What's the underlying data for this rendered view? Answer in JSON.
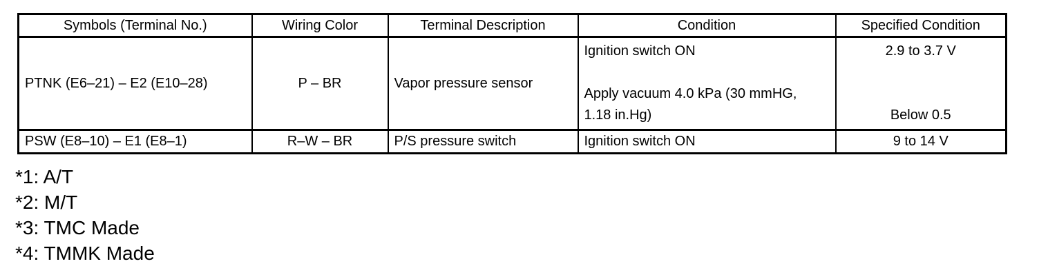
{
  "table": {
    "headers": [
      "Symbols (Terminal No.)",
      "Wiring Color",
      "Terminal Description",
      "Condition",
      "Specified Condition"
    ],
    "rows": [
      {
        "symbols": "PTNK (E6–21) – E2 (E10–28)",
        "wiring_color": "P – BR",
        "terminal_description": "Vapor pressure sensor",
        "condition": "Ignition switch ON\n\nApply vacuum 4.0 kPa (30 mmHG,\n1.18 in.Hg)",
        "specified_condition": "2.9 to 3.7 V\n\n\nBelow 0.5"
      },
      {
        "symbols": "PSW (E8–10) – E1 (E8–1)",
        "wiring_color": "R–W – BR",
        "terminal_description": "P/S pressure switch",
        "condition": "Ignition switch ON",
        "specified_condition": "9 to 14 V"
      }
    ]
  },
  "footnotes": [
    "*1: A/T",
    "*2: M/T",
    "*3: TMC Made",
    "*4: TMMK Made"
  ]
}
